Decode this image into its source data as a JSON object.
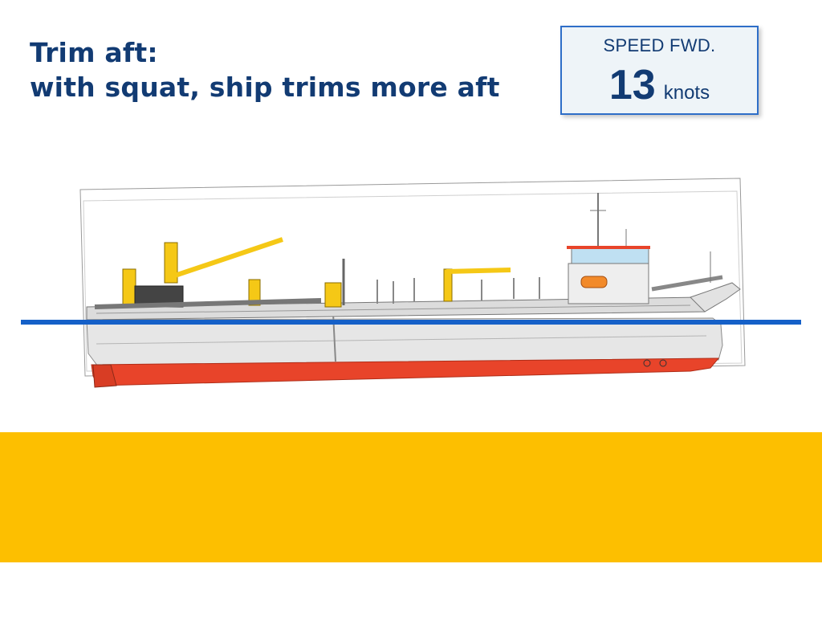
{
  "slide": {
    "title_line1": "Trim aft:",
    "title_line2": "with squat, ship trims more aft"
  },
  "speed_panel": {
    "label": "SPEED FWD.",
    "value": "13",
    "unit": "knots"
  },
  "colors": {
    "title": "#123b73",
    "panel_border": "#2e6ec8",
    "waterline": "#1560c8",
    "hull_bottom": "#e8442a",
    "hull_side": "#e6e6e6",
    "crane": "#f5c816",
    "seabed": "#fdbf00"
  },
  "illustration": {
    "subject": "trailing suction hopper dredger side profile",
    "trim": "aft",
    "waterline": "level"
  }
}
